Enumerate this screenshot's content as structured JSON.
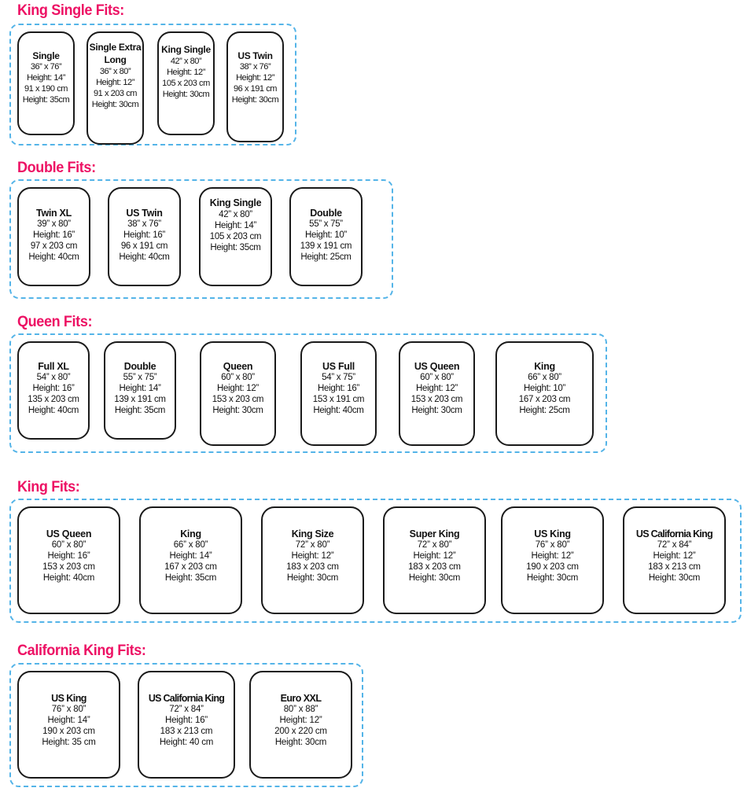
{
  "theme": {
    "heading_color": "#ED1164",
    "group_border_color": "#54B4E8",
    "card_border_color": "#1A1A1A",
    "background": "#FFFFFF"
  },
  "sections": [
    {
      "id": "king-single-fits",
      "title": "King Single Fits:",
      "cards": [
        {
          "name": "Single",
          "lines": [
            "36” x 76”",
            "Height: 14”",
            "91 x 190 cm",
            "Height: 35cm"
          ]
        },
        {
          "name": "Single Extra Long",
          "lines": [
            "36” x 80”",
            "Height: 12”",
            "91 x 203 cm",
            "Height: 30cm"
          ]
        },
        {
          "name": "King Single",
          "lines": [
            "42” x 80”",
            "Height: 12”",
            "105 x 203 cm",
            "Height: 30cm"
          ]
        },
        {
          "name": "US Twin",
          "lines": [
            "38” x 76”",
            "Height: 12”",
            "96 x 191 cm",
            "Height: 30cm"
          ]
        }
      ]
    },
    {
      "id": "double-fits",
      "title": "Double Fits:",
      "cards": [
        {
          "name": "Twin XL",
          "lines": [
            "39” x 80”",
            "Height: 16”",
            "97 x 203 cm",
            "Height: 40cm"
          ]
        },
        {
          "name": "US Twin",
          "lines": [
            "38” x 76”",
            "Height: 16”",
            "96 x 191 cm",
            "Height: 40cm"
          ]
        },
        {
          "name": "King Single",
          "lines": [
            "42” x 80”",
            "Height: 14”",
            "105 x 203 cm",
            "Height: 35cm"
          ]
        },
        {
          "name": "Double",
          "lines": [
            "55” x 75”",
            "Height: 10”",
            "139 x 191 cm",
            "Height: 25cm"
          ]
        }
      ]
    },
    {
      "id": "queen-fits",
      "title": "Queen Fits:",
      "cards": [
        {
          "name": "Full XL",
          "lines": [
            "54” x 80”",
            "Height: 16”",
            "135 x 203 cm",
            "Height: 40cm"
          ]
        },
        {
          "name": "Double",
          "lines": [
            "55” x 75”",
            "Height: 14”",
            "139 x 191 cm",
            "Height: 35cm"
          ]
        },
        {
          "name": "Queen",
          "lines": [
            "60” x 80”",
            "Height: 12”",
            "153 x 203 cm",
            "Height: 30cm"
          ]
        },
        {
          "name": "US Full",
          "lines": [
            "54” x 75”",
            "Height: 16”",
            "153 x 191 cm",
            "Height: 40cm"
          ]
        },
        {
          "name": "US Queen",
          "lines": [
            "60” x 80”",
            "Height: 12”",
            "153 x 203 cm",
            "Height: 30cm"
          ]
        },
        {
          "name": "King",
          "lines": [
            "66” x 80”",
            "Height: 10”",
            "167 x 203 cm",
            "Height: 25cm"
          ]
        }
      ]
    },
    {
      "id": "king-fits",
      "title": "King Fits:",
      "cards": [
        {
          "name": "US Queen",
          "lines": [
            "60” x 80”",
            "Height: 16”",
            "153 x 203 cm",
            "Height: 40cm"
          ]
        },
        {
          "name": "King",
          "lines": [
            "66” x 80”",
            "Height: 14”",
            "167 x 203 cm",
            "Height: 35cm"
          ]
        },
        {
          "name": "King Size",
          "lines": [
            "72” x 80”",
            "Height: 12”",
            "183 x 203 cm",
            "Height: 30cm"
          ]
        },
        {
          "name": "Super King",
          "lines": [
            "72” x 80”",
            "Height: 12”",
            "183 x 203 cm",
            "Height: 30cm"
          ]
        },
        {
          "name": "US King",
          "lines": [
            "76” x 80”",
            "Height: 12”",
            "190 x 203 cm",
            "Height: 30cm"
          ]
        },
        {
          "name": "US California King",
          "lines": [
            "72” x 84”",
            "Height: 12”",
            "183 x 213 cm",
            "Height: 30cm"
          ]
        }
      ]
    },
    {
      "id": "california-king-fits",
      "title": "California King Fits:",
      "cards": [
        {
          "name": "US King",
          "lines": [
            "76” x 80”",
            "Height: 14”",
            "190 x 203 cm",
            "Height: 35 cm"
          ]
        },
        {
          "name": "US California King",
          "lines": [
            "72” x 84”",
            "Height: 16”",
            "183 x 213 cm",
            "Height: 40 cm"
          ]
        },
        {
          "name": "Euro XXL",
          "lines": [
            "80” x 88”",
            "Height: 12”",
            "200 x 220 cm",
            "Height: 30cm"
          ]
        }
      ]
    }
  ]
}
